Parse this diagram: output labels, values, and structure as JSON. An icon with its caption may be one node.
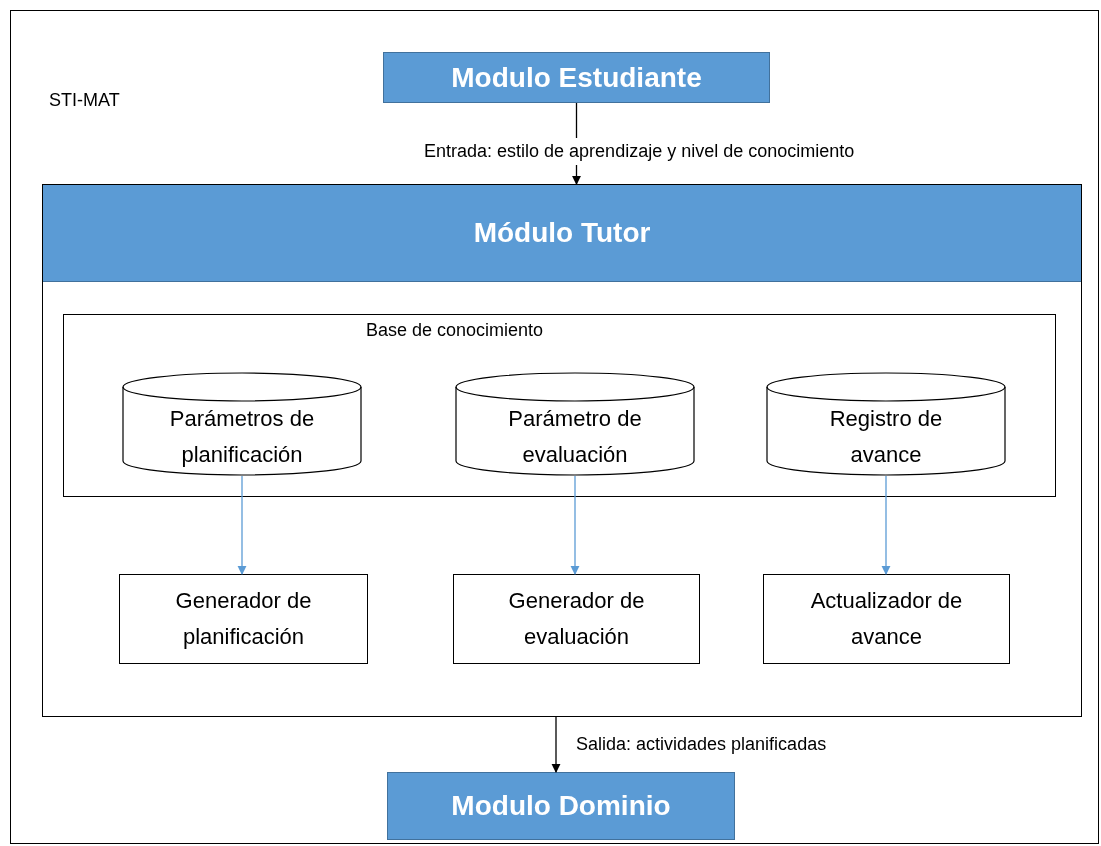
{
  "diagram": {
    "nodes": [
      {
        "text": [
          "STI-MAT"
        ]
      },
      {
        "text": [
          "Modulo Estudiante"
        ],
        "in": 0
      },
      {
        "text": [
          "Módulo Tutor"
        ],
        "in": 0
      },
      {
        "text": [
          "Base de conocimiento"
        ],
        "in": 2
      },
      {
        "text": [
          "Parámetros de planificación"
        ],
        "in": 3
      },
      {
        "text": [
          "Parámetro de evaluación"
        ],
        "in": 3
      },
      {
        "text": [
          "Registro de avance"
        ],
        "in": 3
      },
      {
        "text": [
          "Generador de planificación"
        ],
        "in": 2
      },
      {
        "text": [
          "Generador de evaluación"
        ],
        "in": 2
      },
      {
        "text": [
          "Actualizador de avance"
        ],
        "in": 2
      },
      {
        "text": [
          "Modulo Dominio"
        ],
        "in": 0
      }
    ],
    "edges": [
      {
        "from": 1,
        "to": 2,
        "arrow": "to",
        "label": "Entrada: estilo de aprendizaje y nivel de conocimiento",
        "color": "#000000"
      },
      {
        "from": 4,
        "to": 7,
        "arrow": "to",
        "color": "#5b9bd5"
      },
      {
        "from": 5,
        "to": 8,
        "arrow": "to",
        "color": "#5b9bd5"
      },
      {
        "from": 6,
        "to": 9,
        "arrow": "to",
        "color": "#5b9bd5"
      },
      {
        "from": 2,
        "to": 10,
        "arrow": "to",
        "label": "Salida: actividades planificadas",
        "color": "#000000"
      }
    ]
  }
}
